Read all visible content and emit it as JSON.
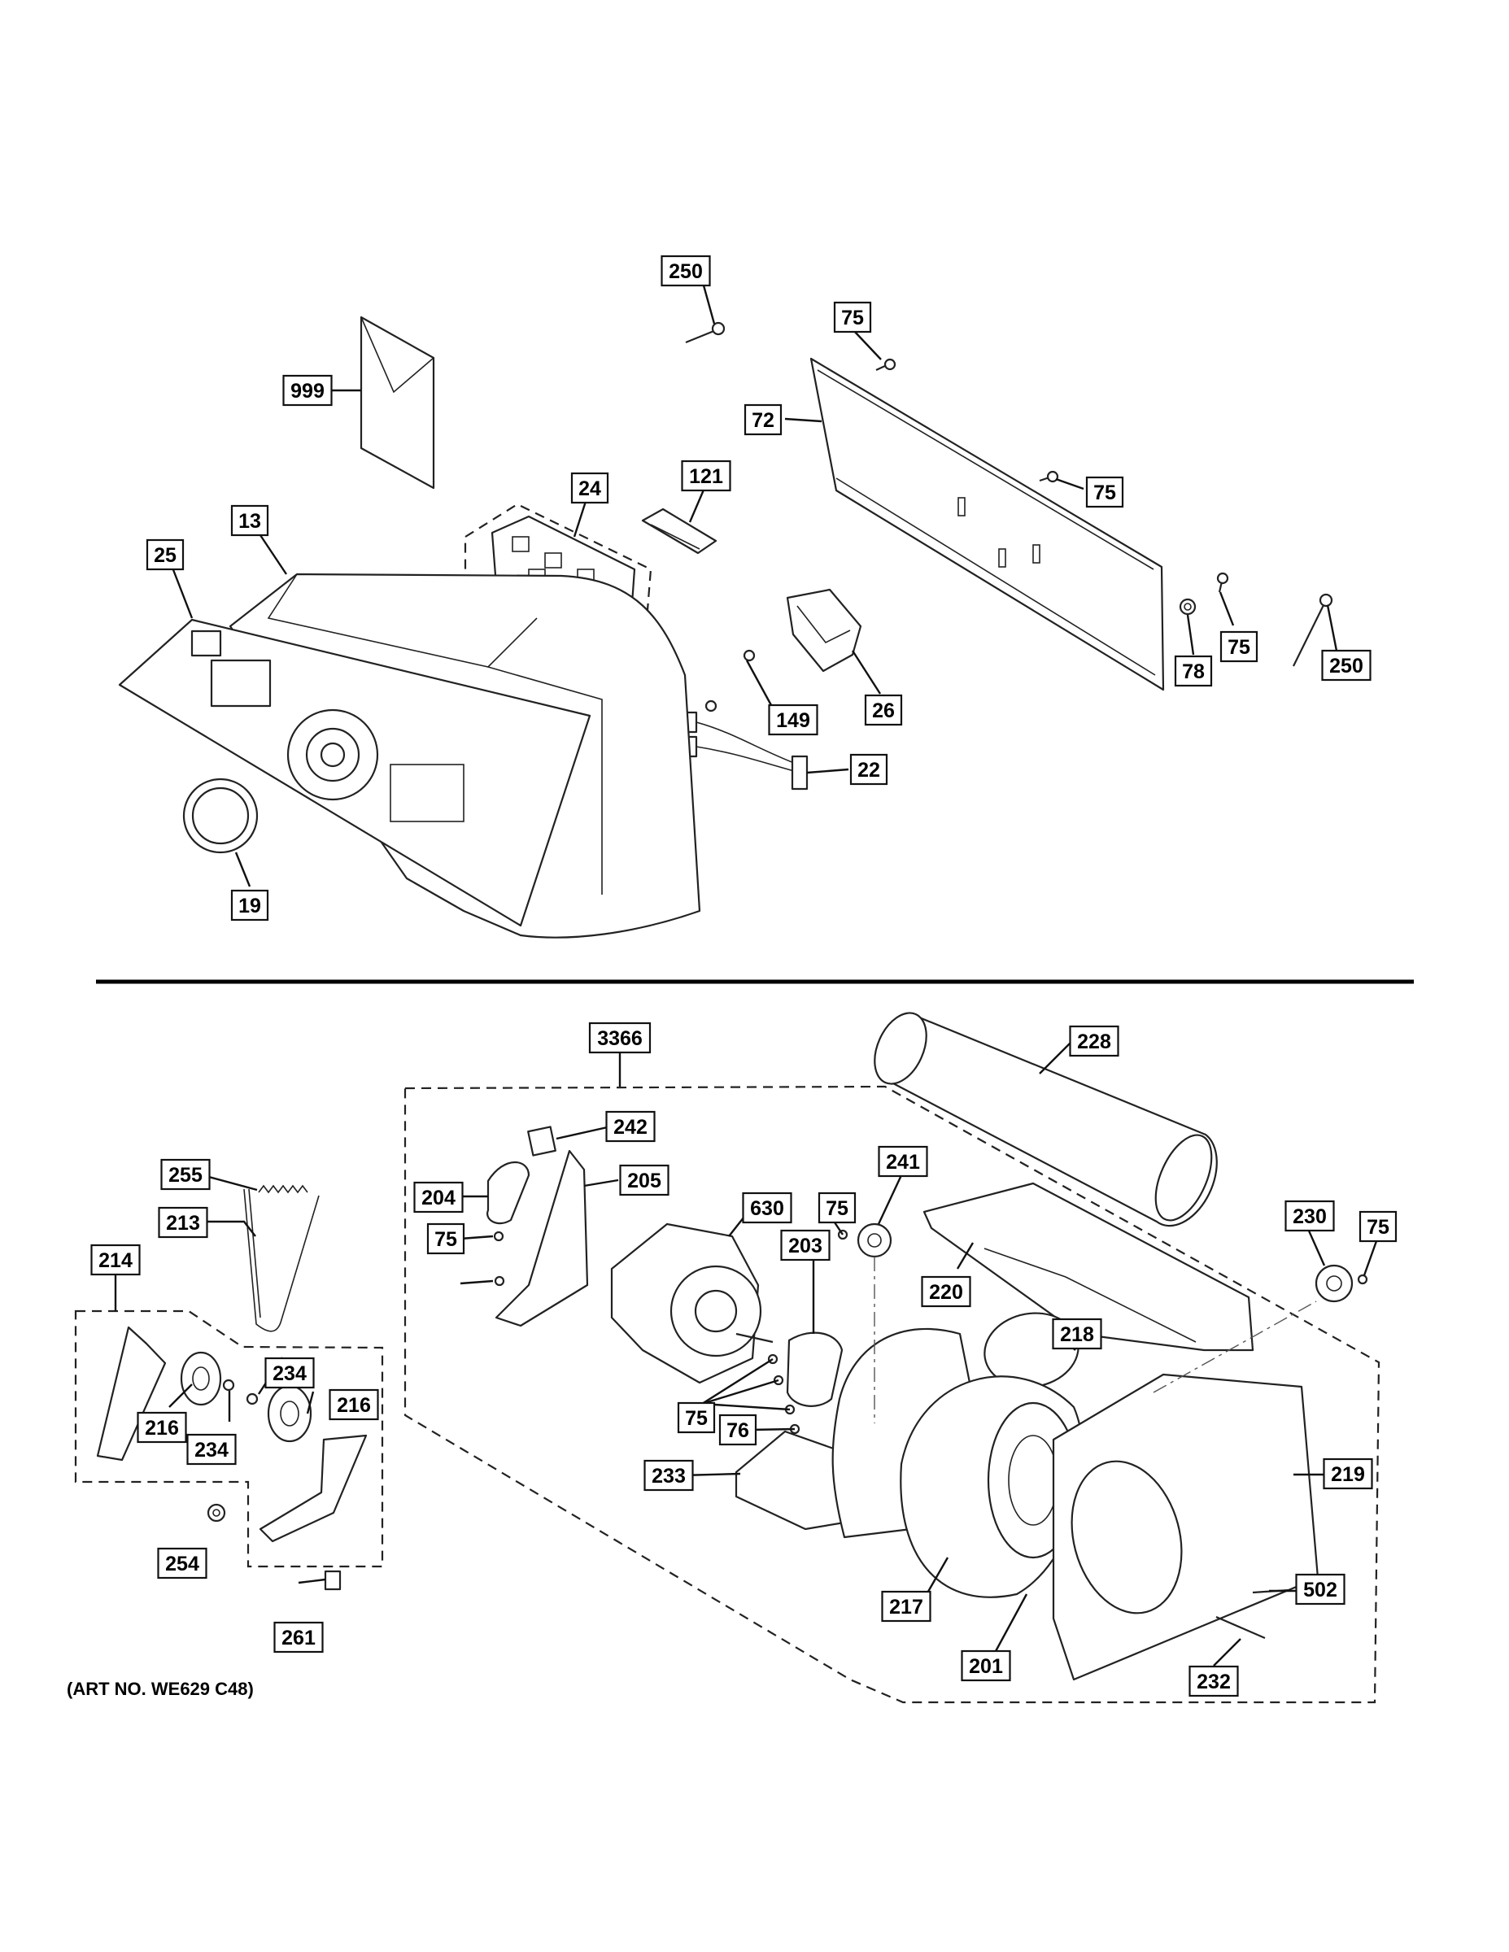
{
  "art_number": "(ART NO. WE629 C48)",
  "callouts": [
    {
      "label": "250"
    },
    {
      "label": "75"
    },
    {
      "label": "999"
    },
    {
      "label": "72"
    },
    {
      "label": "24"
    },
    {
      "label": "121"
    },
    {
      "label": "75"
    },
    {
      "label": "13"
    },
    {
      "label": "25"
    },
    {
      "label": "78"
    },
    {
      "label": "75"
    },
    {
      "label": "250"
    },
    {
      "label": "26"
    },
    {
      "label": "149"
    },
    {
      "label": "22"
    },
    {
      "label": "19"
    },
    {
      "label": "3366"
    },
    {
      "label": "228"
    },
    {
      "label": "242"
    },
    {
      "label": "255"
    },
    {
      "label": "204"
    },
    {
      "label": "205"
    },
    {
      "label": "213"
    },
    {
      "label": "75"
    },
    {
      "label": "630"
    },
    {
      "label": "241"
    },
    {
      "label": "75"
    },
    {
      "label": "230"
    },
    {
      "label": "75"
    },
    {
      "label": "214"
    },
    {
      "label": "203"
    },
    {
      "label": "220"
    },
    {
      "label": "218"
    },
    {
      "label": "234"
    },
    {
      "label": "216"
    },
    {
      "label": "216"
    },
    {
      "label": "234"
    },
    {
      "label": "75"
    },
    {
      "label": "76"
    },
    {
      "label": "233"
    },
    {
      "label": "219"
    },
    {
      "label": "254"
    },
    {
      "label": "217"
    },
    {
      "label": "502"
    },
    {
      "label": "201"
    },
    {
      "label": "232"
    },
    {
      "label": "261"
    }
  ]
}
